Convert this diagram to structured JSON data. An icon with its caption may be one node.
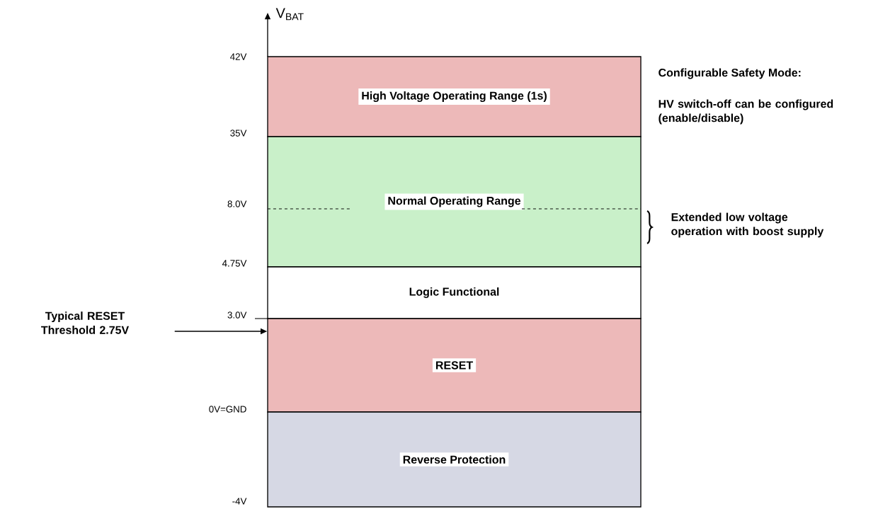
{
  "diagram": {
    "nodes": [
      {
        "text": [
          "High Voltage Operating Range (1s)"
        ]
      },
      {
        "text": [
          "Normal Operating Range"
        ]
      },
      {
        "text": [
          "Logic Functional"
        ]
      },
      {
        "text": [
          "RESET"
        ]
      },
      {
        "text": [
          "Reverse Protection"
        ]
      },
      {
        "text": [
          "Typical RESET Threshold 2.75V"
        ]
      }
    ],
    "edges": [
      {
        "from": 5,
        "to": 3,
        "arrow": "to"
      }
    ],
    "labels": [
      "V$_{BAT}$",
      "42V",
      "Configurable Safety Mode:",
      "HV switch-off can be configured (enable/disable)",
      "35V",
      "8.0V",
      "Extended low voltage operation with boost supply",
      "4.75V",
      "3.0V",
      "0V=GND",
      "-4V"
    ]
  }
}
